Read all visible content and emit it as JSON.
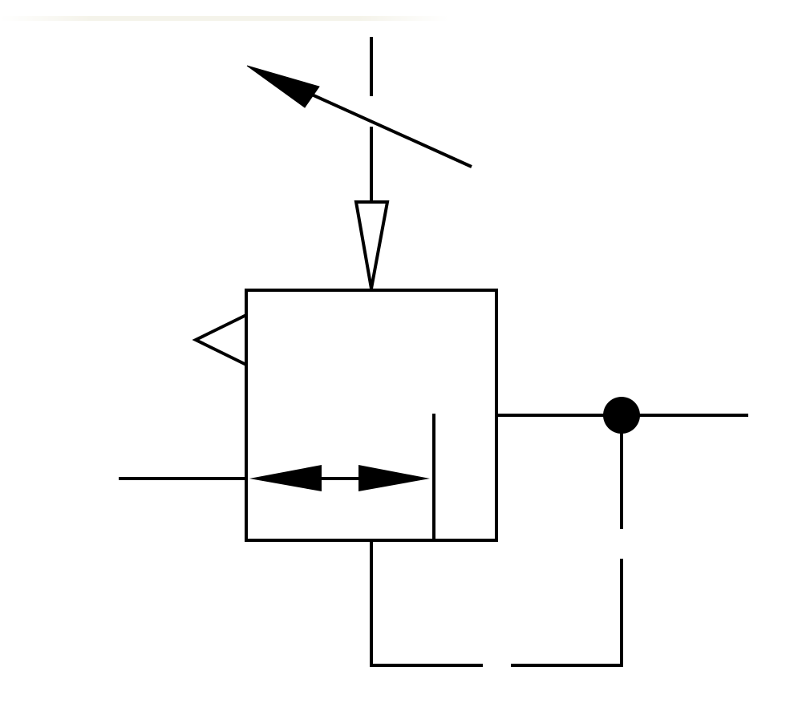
{
  "diagram": {
    "kind": "pneumatic-pressure-regulator-symbol",
    "colors": {
      "stroke": "#000000",
      "fill_solid": "#000000",
      "fill_hollow": "#ffffff",
      "background": "#ffffff"
    },
    "components": [
      "adjustable-arrow",
      "spring-input-dashed-line",
      "spring-actuator-triangle",
      "valve-body-box",
      "exhaust-port-triangle",
      "bidirectional-flow-arrow",
      "internal-barrier-line",
      "inlet-line",
      "outlet-line",
      "junction-dot",
      "pilot-feedback-dashed-line",
      "drain-return-line"
    ]
  }
}
